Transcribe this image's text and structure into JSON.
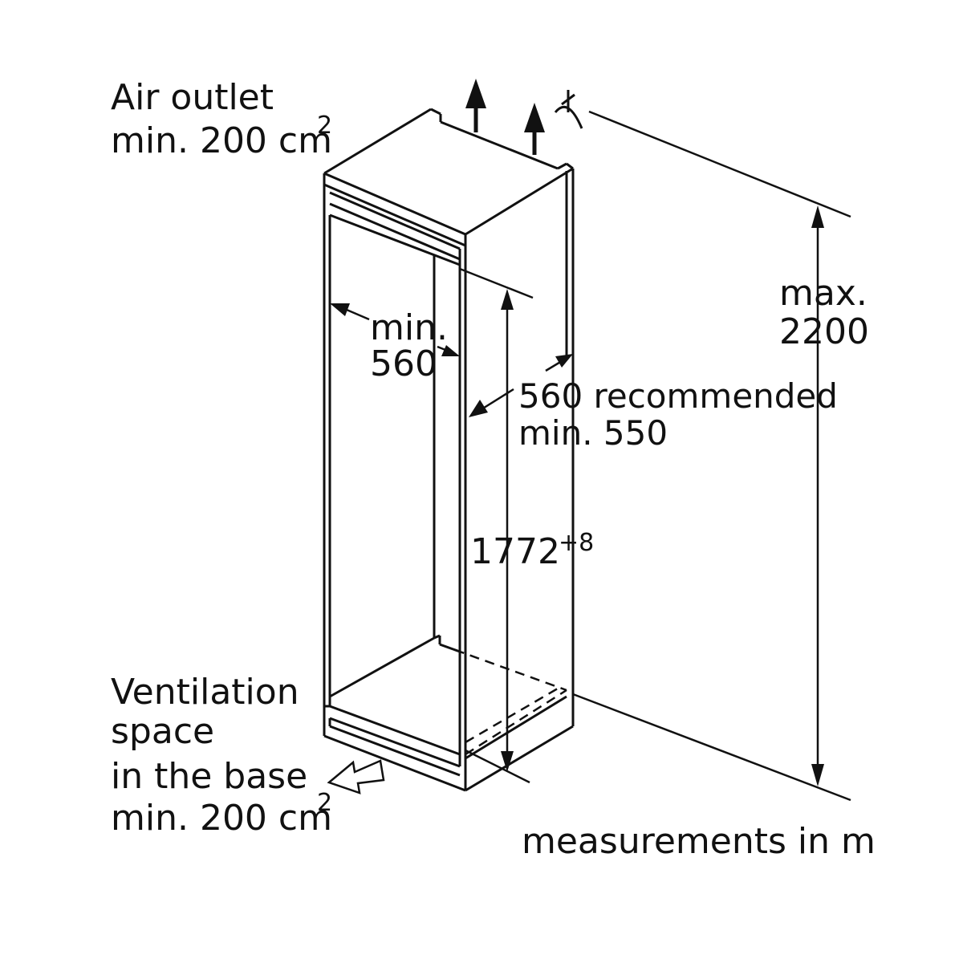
{
  "air_outlet": {
    "line1": "Air outlet",
    "line2": "min. 200 cm",
    "sup": "2"
  },
  "ventilation": {
    "line1": "Ventilation",
    "line2": "space",
    "line3": "in the base",
    "line4": "min. 200 cm",
    "sup": "2"
  },
  "width_label": {
    "line1": "min.",
    "line2": "560"
  },
  "depth_label": {
    "line1": "560 recommended",
    "line2": "min. 550"
  },
  "height_label": {
    "value": "1772",
    "tolerance": "+8"
  },
  "max_height": {
    "line1": "max.",
    "line2": "2200"
  },
  "footer": {
    "units": "measurements in m"
  }
}
